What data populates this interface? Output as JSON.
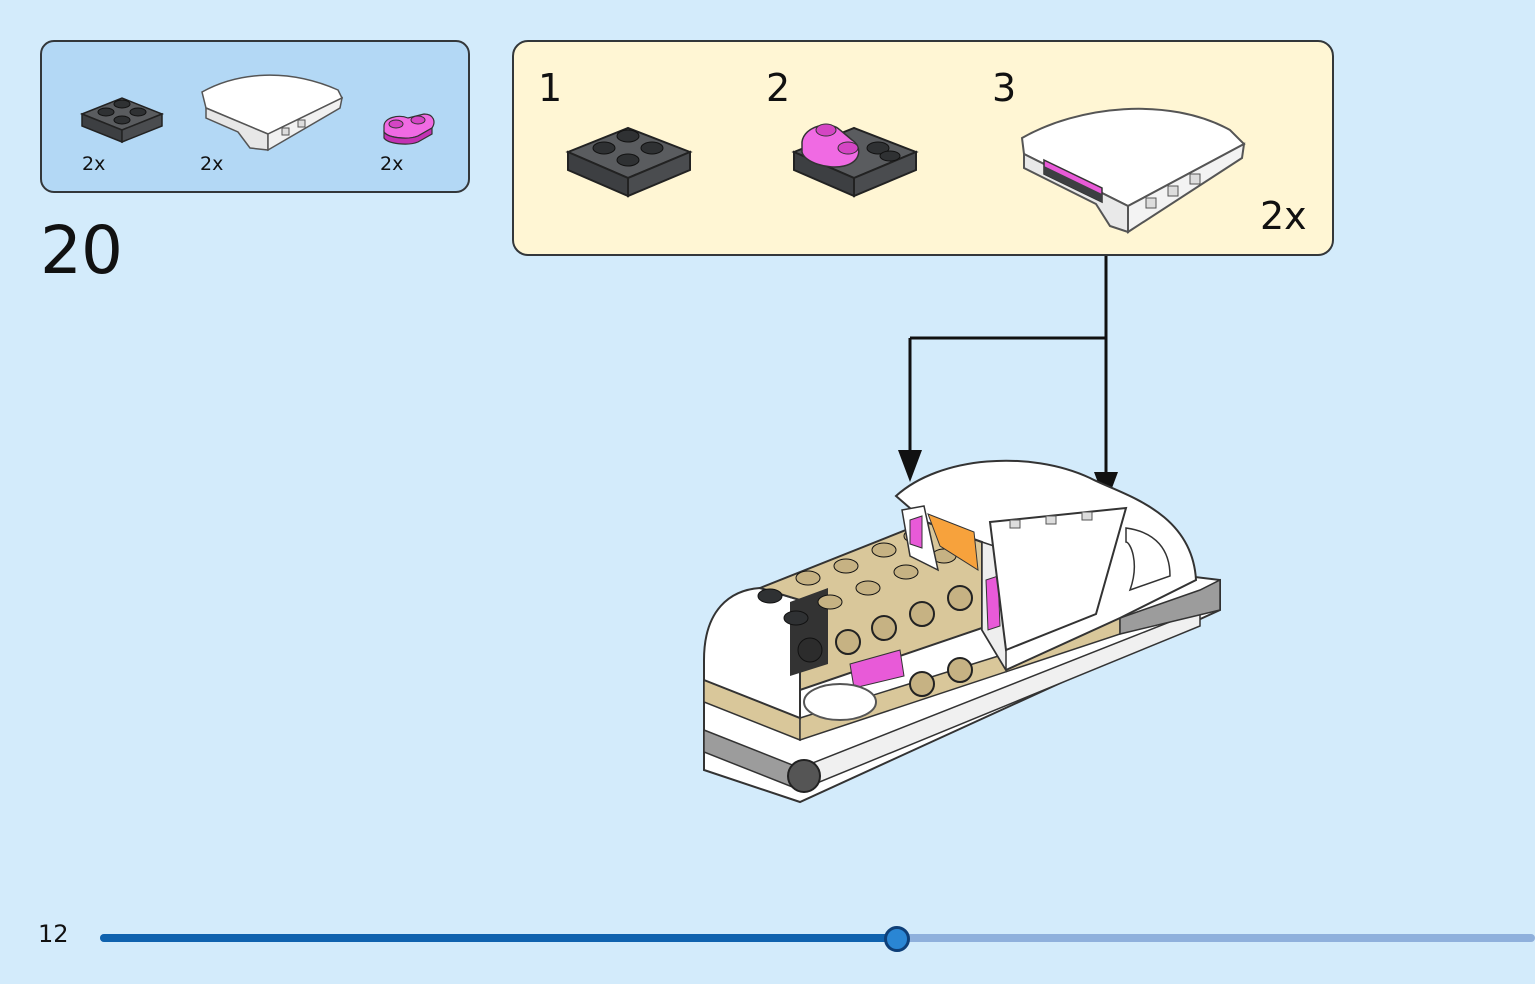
{
  "parts_list": {
    "items": [
      {
        "name": "dark-gray-plate-2x2",
        "quantity": "2x"
      },
      {
        "name": "white-curved-slope",
        "quantity": "2x"
      },
      {
        "name": "magenta-plate-1x2-rounded",
        "quantity": "2x"
      }
    ]
  },
  "step": {
    "number": "20"
  },
  "sub_assembly": {
    "steps": [
      "1",
      "2",
      "3"
    ],
    "multiplier": "2x"
  },
  "footer": {
    "page_number": "12"
  },
  "progress": {
    "fraction": 0.555
  },
  "colors": {
    "background": "#d3ebfb",
    "parts_box": "#b3d8f5",
    "sub_box": "#fff6d4",
    "progress_fill": "#0f62ae",
    "progress_track": "#8fb0dc",
    "dark_gray": "#4b4d50",
    "magenta": "#e03ed2",
    "tan": "#d9c79a",
    "white": "#ffffff"
  }
}
